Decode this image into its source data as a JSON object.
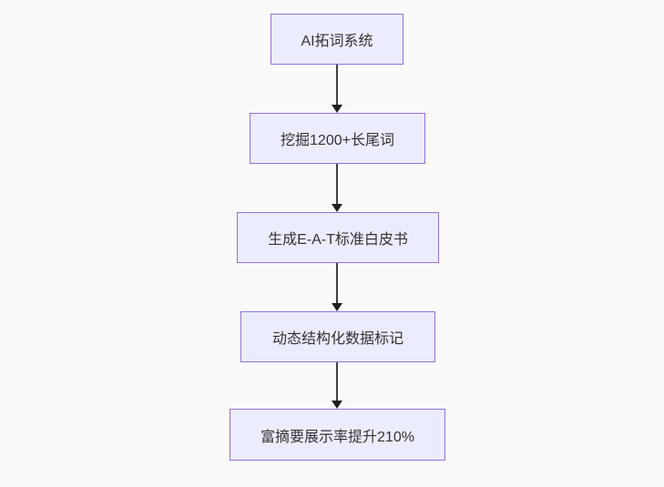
{
  "diagram": {
    "type": "flowchart",
    "direction": "top-down",
    "nodes": [
      {
        "id": "n1",
        "label": "AI拓词系统"
      },
      {
        "id": "n2",
        "label": "挖掘1200+长尾词"
      },
      {
        "id": "n3",
        "label": "生成E-A-T标准白皮书"
      },
      {
        "id": "n4",
        "label": "动态结构化数据标记"
      },
      {
        "id": "n5",
        "label": "富摘要展示率提升210%"
      }
    ],
    "edges": [
      {
        "from": "n1",
        "to": "n2"
      },
      {
        "from": "n2",
        "to": "n3"
      },
      {
        "from": "n3",
        "to": "n4"
      },
      {
        "from": "n4",
        "to": "n5"
      }
    ],
    "colors": {
      "background": "#fafafa",
      "node_fill": "#ececff",
      "node_border": "#9370db",
      "text": "#333333",
      "arrow": "#404040",
      "arrowhead": "#1f1f1f"
    }
  }
}
